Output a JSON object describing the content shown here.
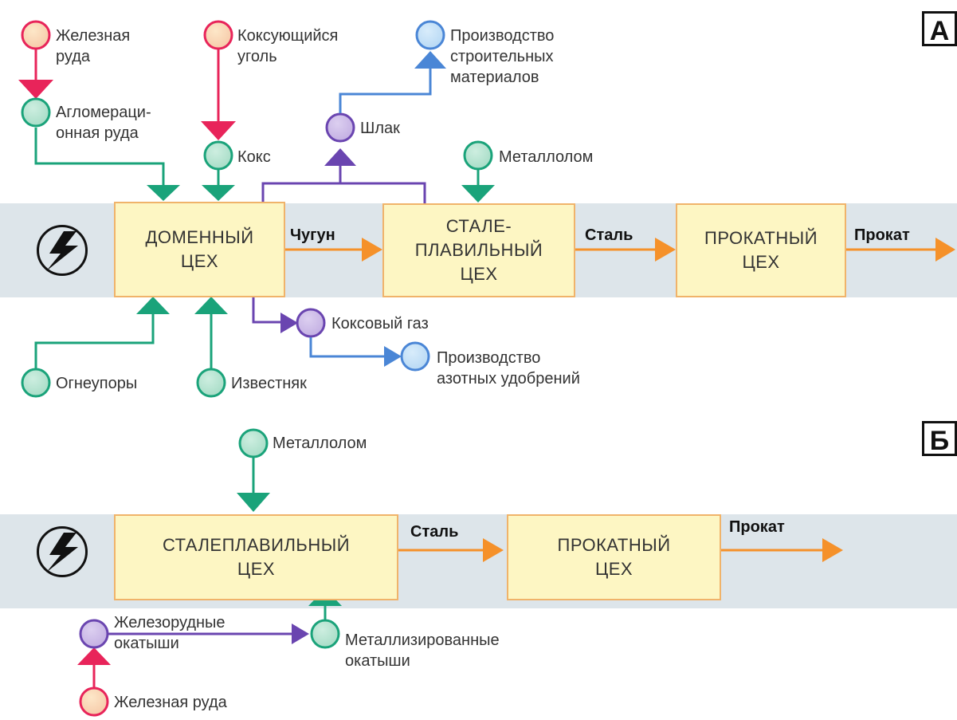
{
  "panel_a": {
    "letter": "А",
    "boxes": {
      "blast_furnace": "ДОМЕННЫЙ\nЦЕХ",
      "steel_shop": "СТАЛЕ-\nПЛАВИЛЬНЫЙ\nЦЕХ",
      "rolling_shop": "ПРОКАТНЫЙ\nЦЕХ"
    },
    "flows": {
      "pig_iron": "Чугун",
      "steel": "Сталь",
      "rolled": "Прокат"
    },
    "inputs": {
      "iron_ore": "Железная\nруда",
      "sinter_ore": "Агломераци-\nонная руда",
      "coking_coal": "Коксующийся\nуголь",
      "coke": "Кокс",
      "scrap": "Металлолом",
      "refractories": "Огнеупоры",
      "limestone": "Известняк"
    },
    "outputs": {
      "slag": "Шлак",
      "building_materials": "Производство\nстроительных\nматериалов",
      "coke_gas": "Коксовый газ",
      "fertilizers": "Производство\nазотных удобрений"
    }
  },
  "panel_b": {
    "letter": "Б",
    "boxes": {
      "steel_shop": "СТАЛЕПЛАВИЛЬНЫЙ\nЦЕХ",
      "rolling_shop": "ПРОКАТНЫЙ\nЦЕХ"
    },
    "flows": {
      "steel": "Сталь",
      "rolled": "Прокат"
    },
    "inputs": {
      "scrap": "Металлолом",
      "pellets": "Железорудные\nокатыши",
      "metallized": "Металлизированные\nокатыши",
      "iron_ore": "Железная руда"
    }
  },
  "colors": {
    "red": "#e8245a",
    "green": "#1aa37a",
    "purple": "#6a45b0",
    "blue": "#4a86d6",
    "orange": "#f5912a",
    "box_fill": "#fdf6c3",
    "band": "#dde5ea"
  },
  "icons": [
    "electric-energy-icon"
  ]
}
